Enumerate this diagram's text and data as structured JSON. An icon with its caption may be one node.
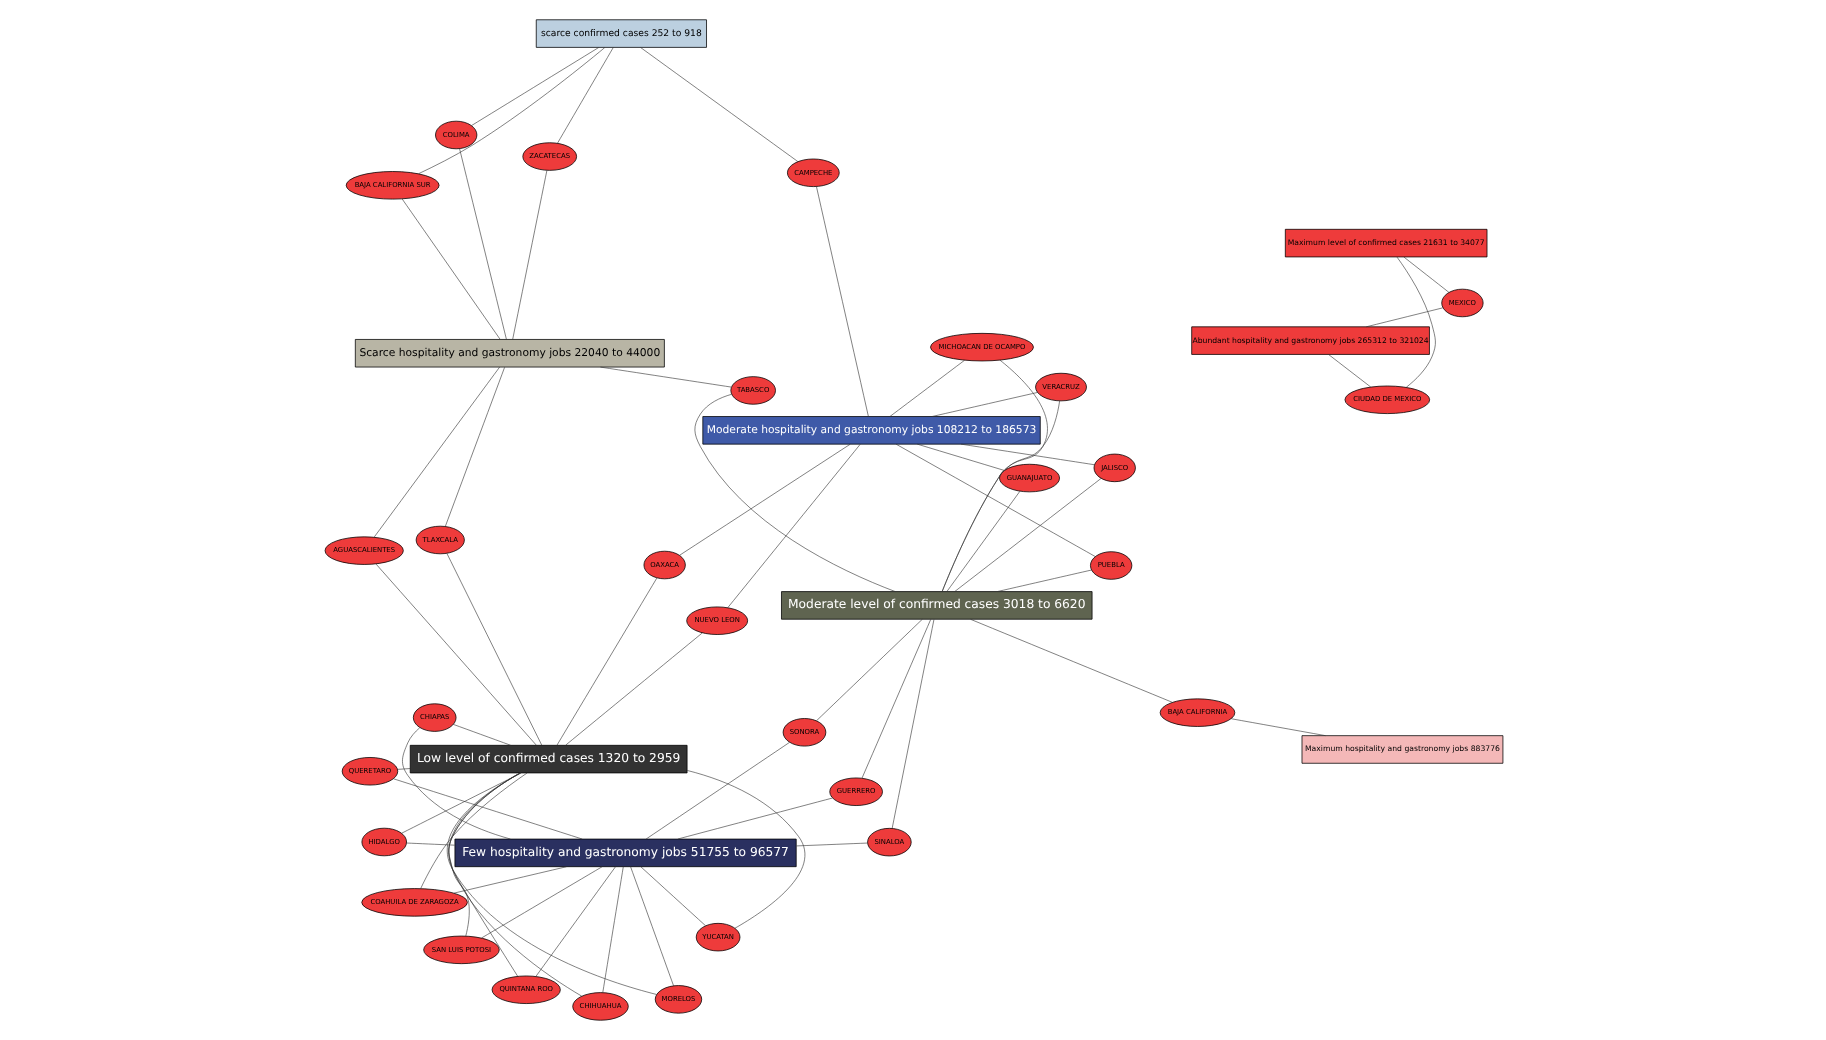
{
  "diagram": {
    "nodes": [
      {
        "text": [
          "Few hospitality and gastronomy jobs 51755 to 96577"
        ]
      },
      {
        "text": [
          "MORELOS"
        ]
      },
      {
        "text": [
          "QUINTANA ROO"
        ]
      },
      {
        "text": [
          "QUERETARO"
        ]
      },
      {
        "text": [
          "YUCATAN"
        ]
      },
      {
        "text": [
          "HIDALGO"
        ]
      },
      {
        "text": [
          "COAHUILA DE ZARAGOZA"
        ]
      },
      {
        "text": [
          "CHIHUAHUA"
        ]
      },
      {
        "text": [
          "SAN LUIS POTOSI"
        ]
      },
      {
        "text": [
          "SINALOA"
        ]
      },
      {
        "text": [
          "Low level of confirmed cases 1320 to 2959"
        ]
      },
      {
        "text": [
          "SONORA"
        ]
      },
      {
        "text": [
          "GUERRERO"
        ]
      },
      {
        "text": [
          "Abundant hospitality and gastronomy jobs 265312 to 321024"
        ]
      },
      {
        "text": [
          "Maximum hospitality and gastronomy jobs 883776"
        ]
      },
      {
        "text": [
          "CHIAPAS"
        ]
      },
      {
        "text": [
          "BAJA CALIFORNIA"
        ]
      },
      {
        "text": [
          "TLAXCALA"
        ]
      },
      {
        "text": [
          "MEXICO"
        ]
      },
      {
        "text": [
          "NUEVO LEON"
        ]
      },
      {
        "text": [
          "OAXACA"
        ]
      },
      {
        "text": [
          "CIUDAD DE MEXICO"
        ]
      },
      {
        "text": [
          "AGUASCALIENTES"
        ]
      },
      {
        "text": [
          "Moderate level of confirmed cases 3018 to 6620"
        ]
      },
      {
        "text": [
          "GUANAJUATO"
        ]
      },
      {
        "text": [
          "Maximum level of confirmed cases 21631 to 34077"
        ]
      },
      {
        "text": [
          "VERACRUZ"
        ]
      },
      {
        "text": [
          "JALISCO"
        ]
      },
      {
        "text": [
          "MICHOACAN DE OCAMPO"
        ]
      },
      {
        "text": [
          "PUEBLA"
        ]
      },
      {
        "text": [
          "Moderate hospitality and gastronomy jobs 108212 to 186573"
        ]
      },
      {
        "text": [
          "CAMPECHE"
        ]
      },
      {
        "text": [
          "TABASCO"
        ]
      },
      {
        "text": [
          "ZACATECAS"
        ]
      },
      {
        "text": [
          "BAJA CALIFORNIA SUR"
        ]
      },
      {
        "text": [
          "COLIMA"
        ]
      },
      {
        "text": [
          "Scarce hospitality and gastronomy jobs 22040 to 44000"
        ]
      },
      {
        "text": [
          "scarce confirmed cases 252 to 918"
        ]
      }
    ],
    "edges": [
      {
        "from": 0,
        "to": 1,
        "arrow": "none"
      },
      {
        "from": 0,
        "to": 2,
        "arrow": "none"
      },
      {
        "from": 0,
        "to": 3,
        "arrow": "none"
      },
      {
        "from": 0,
        "to": 4,
        "arrow": "none"
      },
      {
        "from": 0,
        "to": 5,
        "arrow": "none"
      },
      {
        "from": 0,
        "to": 6,
        "arrow": "none"
      },
      {
        "from": 0,
        "to": 7,
        "arrow": "none"
      },
      {
        "from": 0,
        "to": 8,
        "arrow": "none"
      },
      {
        "from": 0,
        "to": 9,
        "arrow": "none"
      },
      {
        "from": 0,
        "to": 11,
        "arrow": "none"
      },
      {
        "from": 0,
        "to": 12,
        "arrow": "none"
      },
      {
        "from": 0,
        "to": 15,
        "arrow": "none"
      },
      {
        "from": 10,
        "to": 1,
        "arrow": "none"
      },
      {
        "from": 10,
        "to": 2,
        "arrow": "none"
      },
      {
        "from": 10,
        "to": 3,
        "arrow": "none"
      },
      {
        "from": 10,
        "to": 4,
        "arrow": "none"
      },
      {
        "from": 10,
        "to": 5,
        "arrow": "none"
      },
      {
        "from": 10,
        "to": 6,
        "arrow": "none"
      },
      {
        "from": 10,
        "to": 7,
        "arrow": "none"
      },
      {
        "from": 10,
        "to": 8,
        "arrow": "none"
      },
      {
        "from": 10,
        "to": 15,
        "arrow": "none"
      },
      {
        "from": 10,
        "to": 17,
        "arrow": "none"
      },
      {
        "from": 10,
        "to": 19,
        "arrow": "none"
      },
      {
        "from": 10,
        "to": 20,
        "arrow": "none"
      },
      {
        "from": 10,
        "to": 22,
        "arrow": "none"
      },
      {
        "from": 13,
        "to": 18,
        "arrow": "none"
      },
      {
        "from": 13,
        "to": 21,
        "arrow": "none"
      },
      {
        "from": 25,
        "to": 18,
        "arrow": "none"
      },
      {
        "from": 25,
        "to": 21,
        "arrow": "none"
      },
      {
        "from": 14,
        "to": 16,
        "arrow": "none"
      },
      {
        "from": 23,
        "to": 9,
        "arrow": "none"
      },
      {
        "from": 23,
        "to": 11,
        "arrow": "none"
      },
      {
        "from": 23,
        "to": 12,
        "arrow": "none"
      },
      {
        "from": 23,
        "to": 16,
        "arrow": "none"
      },
      {
        "from": 23,
        "to": 24,
        "arrow": "none"
      },
      {
        "from": 23,
        "to": 26,
        "arrow": "none"
      },
      {
        "from": 23,
        "to": 27,
        "arrow": "none"
      },
      {
        "from": 23,
        "to": 28,
        "arrow": "none"
      },
      {
        "from": 23,
        "to": 29,
        "arrow": "none"
      },
      {
        "from": 23,
        "to": 32,
        "arrow": "none"
      },
      {
        "from": 30,
        "to": 19,
        "arrow": "none"
      },
      {
        "from": 30,
        "to": 20,
        "arrow": "none"
      },
      {
        "from": 30,
        "to": 24,
        "arrow": "none"
      },
      {
        "from": 30,
        "to": 26,
        "arrow": "none"
      },
      {
        "from": 30,
        "to": 27,
        "arrow": "none"
      },
      {
        "from": 30,
        "to": 28,
        "arrow": "none"
      },
      {
        "from": 30,
        "to": 29,
        "arrow": "none"
      },
      {
        "from": 30,
        "to": 31,
        "arrow": "none"
      },
      {
        "from": 36,
        "to": 17,
        "arrow": "none"
      },
      {
        "from": 36,
        "to": 22,
        "arrow": "none"
      },
      {
        "from": 36,
        "to": 32,
        "arrow": "none"
      },
      {
        "from": 36,
        "to": 33,
        "arrow": "none"
      },
      {
        "from": 36,
        "to": 34,
        "arrow": "none"
      },
      {
        "from": 36,
        "to": 35,
        "arrow": "none"
      },
      {
        "from": 37,
        "to": 31,
        "arrow": "none"
      },
      {
        "from": 37,
        "to": 33,
        "arrow": "none"
      },
      {
        "from": 37,
        "to": 34,
        "arrow": "none"
      },
      {
        "from": 37,
        "to": 35,
        "arrow": "none"
      }
    ]
  }
}
